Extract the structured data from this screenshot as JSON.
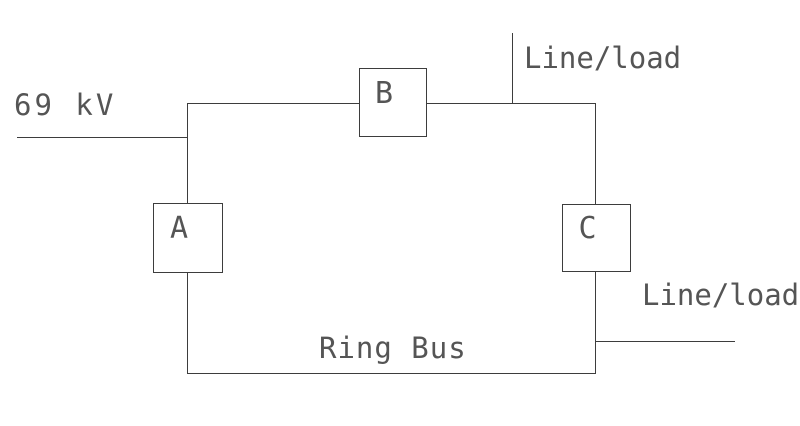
{
  "diagram": {
    "source": {
      "label": "69 kV"
    },
    "bus": {
      "label": "Ring Bus"
    },
    "breakers": {
      "a": "A",
      "b": "B",
      "c": "C"
    },
    "taps": {
      "top": "Line/load",
      "right": "Line/load"
    },
    "colors": {
      "line": "#3d3d3d",
      "text": "#555555",
      "background": "#ffffff"
    }
  }
}
